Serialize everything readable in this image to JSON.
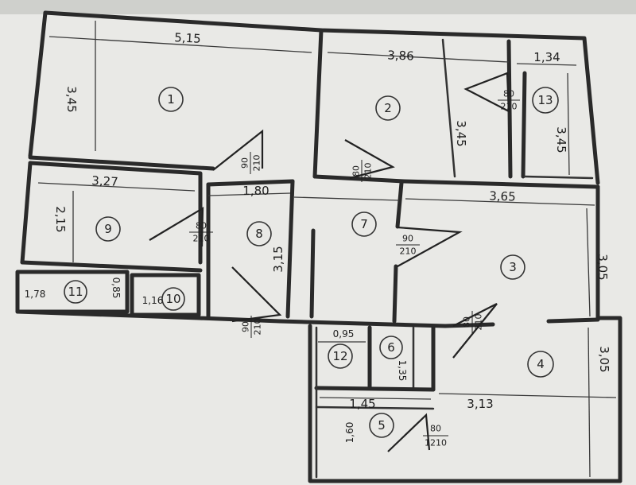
{
  "rooms": {
    "r1": "1",
    "r2": "2",
    "r3": "3",
    "r4": "4",
    "r5": "5",
    "r6": "6",
    "r7": "7",
    "r8": "8",
    "r9": "9",
    "r10": "10",
    "r11": "11",
    "r12": "12",
    "r13": "13"
  },
  "dimensions": {
    "d_515": "5,15",
    "d_345a": "3,45",
    "d_386": "3,86",
    "d_134": "1,34",
    "d_345b": "3,45",
    "d_345c": "3,45",
    "d_327": "3,27",
    "d_215": "2,15",
    "d_180": "1,80",
    "d_365": "3,65",
    "d_315": "3,15",
    "d_305a": "3,05",
    "d_305b": "3,05",
    "d_313": "3,13",
    "d_178": "1,78",
    "d_085": "0,85",
    "d_116": "1,16",
    "d_095": "0,95",
    "d_135": "1,35",
    "d_145": "1,45",
    "d_160": "1,60"
  },
  "doors": {
    "door_1": {
      "w": "90",
      "h": "210"
    },
    "door_2": {
      "w": "80",
      "h": "210"
    },
    "door_13": {
      "w": "80",
      "h": "210"
    },
    "door_9": {
      "w": "80",
      "h": "210"
    },
    "door_7": {
      "w": "90",
      "h": "210"
    },
    "door_8": {
      "w": "90",
      "h": "210"
    },
    "door_4": {
      "w": "80",
      "h": "210"
    },
    "door_5": {
      "w": "80",
      "h": "1210"
    }
  }
}
